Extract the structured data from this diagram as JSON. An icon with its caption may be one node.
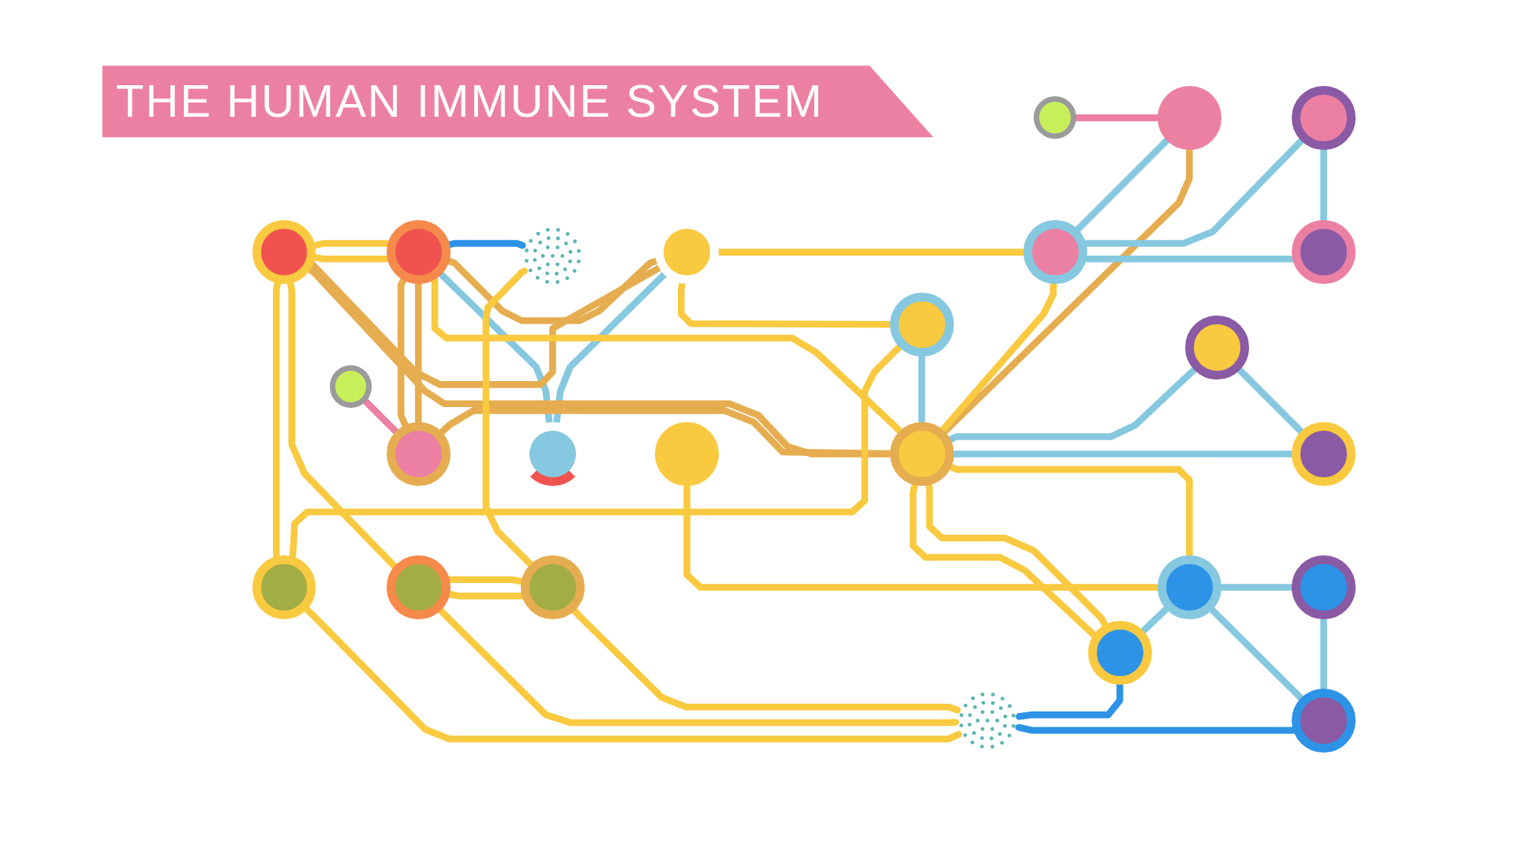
{
  "diagram": {
    "title": "THE HUMAN IMMUNE SYSTEM",
    "nodes": [
      {
        "text": [],
        "shape": "circle"
      },
      {
        "text": [],
        "shape": "circle"
      },
      {
        "text": [],
        "shape": "dots"
      },
      {
        "text": [],
        "shape": "circle"
      },
      {
        "text": [],
        "shape": "circle"
      },
      {
        "text": [],
        "shape": "circle"
      },
      {
        "text": [],
        "shape": "circle"
      },
      {
        "text": [],
        "shape": "circle"
      },
      {
        "text": [],
        "shape": "circle"
      },
      {
        "text": [],
        "shape": "circle"
      },
      {
        "text": [],
        "shape": "circle"
      },
      {
        "text": [],
        "shape": "circle"
      },
      {
        "text": [],
        "shape": "circle"
      },
      {
        "text": [],
        "shape": "circle"
      },
      {
        "text": [],
        "shape": "circle"
      },
      {
        "text": [],
        "shape": "circle"
      },
      {
        "text": [],
        "shape": "circle"
      },
      {
        "text": [],
        "shape": "circle"
      },
      {
        "text": [],
        "shape": "circle"
      },
      {
        "text": [],
        "shape": "circle"
      },
      {
        "text": [],
        "shape": "circle"
      },
      {
        "text": [],
        "shape": "circle"
      },
      {
        "text": [],
        "shape": "circle"
      },
      {
        "text": [],
        "shape": "dots"
      },
      {
        "text": [],
        "shape": "circle"
      }
    ],
    "edges": [
      {
        "from": 0,
        "to": 1,
        "arrow": "none"
      },
      {
        "from": 0,
        "to": 1,
        "arrow": "none"
      },
      {
        "from": 1,
        "to": 2,
        "arrow": "none",
        "color": "#2d93e6"
      },
      {
        "from": 3,
        "to": 7,
        "arrow": "none"
      },
      {
        "from": 4,
        "to": 5,
        "arrow": "none",
        "color": "#ec80a3"
      },
      {
        "from": 5,
        "to": 7,
        "arrow": "none",
        "color": "#85c8e0"
      },
      {
        "from": 5,
        "to": 15,
        "arrow": "none",
        "color": "#e5ad50"
      },
      {
        "from": 6,
        "to": 8,
        "arrow": "none",
        "color": "#85c8e0"
      },
      {
        "from": 6,
        "to": 7,
        "arrow": "none",
        "color": "#85c8e0"
      },
      {
        "from": 7,
        "to": 8,
        "arrow": "none",
        "color": "#85c8e0"
      },
      {
        "from": 7,
        "to": 15,
        "arrow": "none"
      },
      {
        "from": 3,
        "to": 9,
        "arrow": "none"
      },
      {
        "from": 9,
        "to": 15,
        "arrow": "none",
        "color": "#85c8e0"
      },
      {
        "from": 10,
        "to": 15,
        "arrow": "none",
        "color": "#85c8e0"
      },
      {
        "from": 10,
        "to": 16,
        "arrow": "none",
        "color": "#85c8e0"
      },
      {
        "from": 15,
        "to": 16,
        "arrow": "none",
        "color": "#85c8e0"
      },
      {
        "from": 15,
        "to": 20,
        "arrow": "none"
      },
      {
        "from": 11,
        "to": 12,
        "arrow": "none",
        "color": "#ec80a3"
      },
      {
        "from": 1,
        "to": 13,
        "arrow": "none",
        "color": "#85c8e0"
      },
      {
        "from": 3,
        "to": 13,
        "arrow": "none",
        "color": "#85c8e0"
      },
      {
        "from": 1,
        "to": 3,
        "arrow": "none",
        "color": "#e5ad50"
      },
      {
        "from": 0,
        "to": 3,
        "arrow": "none",
        "color": "#e5ad50"
      },
      {
        "from": 0,
        "to": 15,
        "arrow": "none",
        "color": "#e5ad50"
      },
      {
        "from": 1,
        "to": 12,
        "arrow": "none",
        "color": "#e5ad50"
      },
      {
        "from": 1,
        "to": 12,
        "arrow": "none",
        "color": "#e5ad50"
      },
      {
        "from": 12,
        "to": 15,
        "arrow": "none",
        "color": "#e5ad50"
      },
      {
        "from": 1,
        "to": 15,
        "arrow": "none"
      },
      {
        "from": 0,
        "to": 17,
        "arrow": "none"
      },
      {
        "from": 0,
        "to": 18,
        "arrow": "none"
      },
      {
        "from": 9,
        "to": 17,
        "arrow": "none"
      },
      {
        "from": 2,
        "to": 19,
        "arrow": "none"
      },
      {
        "from": 14,
        "to": 20,
        "arrow": "none"
      },
      {
        "from": 18,
        "to": 19,
        "arrow": "none"
      },
      {
        "from": 18,
        "to": 19,
        "arrow": "none"
      },
      {
        "from": 17,
        "to": 23,
        "arrow": "none"
      },
      {
        "from": 18,
        "to": 23,
        "arrow": "none"
      },
      {
        "from": 19,
        "to": 23,
        "arrow": "none"
      },
      {
        "from": 15,
        "to": 22,
        "arrow": "none"
      },
      {
        "from": 15,
        "to": 22,
        "arrow": "none"
      },
      {
        "from": 20,
        "to": 22,
        "arrow": "none",
        "color": "#85c8e0"
      },
      {
        "from": 20,
        "to": 21,
        "arrow": "none",
        "color": "#85c8e0"
      },
      {
        "from": 20,
        "to": 24,
        "arrow": "none",
        "color": "#85c8e0"
      },
      {
        "from": 21,
        "to": 24,
        "arrow": "none",
        "color": "#85c8e0"
      },
      {
        "from": 22,
        "to": 23,
        "arrow": "none",
        "color": "#2d93e6"
      },
      {
        "from": 23,
        "to": 24,
        "arrow": "none",
        "color": "#2d93e6"
      }
    ]
  }
}
